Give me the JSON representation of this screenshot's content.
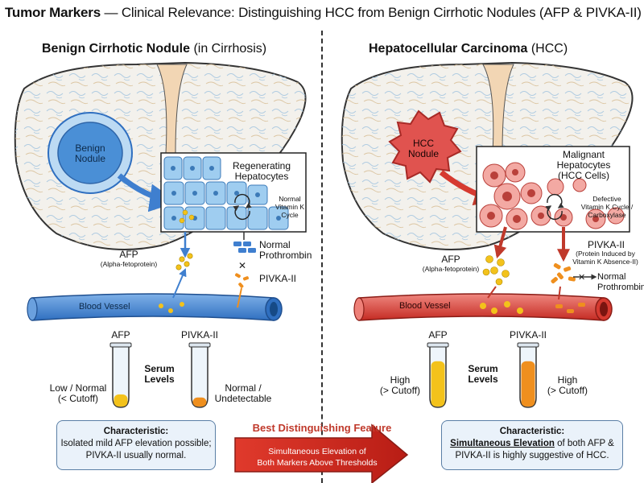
{
  "title": {
    "bold": "Tumor Markers",
    "rest": " — Clinical Relevance: Distinguishing HCC from Benign Cirrhotic Nodules (AFP & PIVKA-II)"
  },
  "left": {
    "heading_bold": "Benign Cirrhotic Nodule",
    "heading_rest": " (in Cirrhosis)",
    "nodule": [
      "Benign",
      "Nodule"
    ],
    "cells": [
      "Regenerating",
      "Hepatocytes"
    ],
    "vitk": [
      "Normal",
      "Vitamin K",
      "Cycle"
    ],
    "prothrombin": [
      "Normal",
      "Prothrombin"
    ],
    "pivka": "PIVKA-II",
    "afp": "AFP",
    "afp_full": "(Alpha-fetoprotein)",
    "vessel": "Blood Vessel",
    "tube_afp": "AFP",
    "tube_pivka": "PIVKA-II",
    "afp_level": [
      "Low / Normal",
      "(< Cutoff)"
    ],
    "pivka_level": [
      "Normal /",
      "Undetectable"
    ],
    "afp_fill": 0.2,
    "pivka_fill": 0.15,
    "box_title": "Characteristic:",
    "box_lines": [
      "Isolated mild AFP elevation possible;",
      "PIVKA-II usually normal."
    ]
  },
  "right": {
    "heading_bold": "Hepatocellular Carcinoma",
    "heading_rest": " (HCC)",
    "nodule": [
      "HCC",
      "Nodule"
    ],
    "cells": [
      "Malignant",
      "Hepatocytes",
      "(HCC Cells)"
    ],
    "vitk": [
      "Defective",
      "Vitamin K Cycle /",
      "Carboxylase"
    ],
    "pivka": "PIVKA-II",
    "pivka_full": [
      "(Protein Induced by",
      "Vitamin K Absence-II)"
    ],
    "prothrombin": [
      "Normal",
      "Prothrombin"
    ],
    "afp": "AFP",
    "afp_full": "(Alpha-fetoprotein)",
    "vessel": "Blood Vessel",
    "tube_afp": "AFP",
    "tube_pivka": "PIVKA-II",
    "afp_level": [
      "High",
      "(> Cutoff)"
    ],
    "pivka_level": [
      "High",
      "(> Cutoff)"
    ],
    "afp_fill": 0.75,
    "pivka_fill": 0.75,
    "box_title": "Characteristic:",
    "box_emph": "Simultaneous Elevation",
    "box_line1_rest": " of both AFP &",
    "box_line2": "PIVKA-II is highly suggestive of HCC."
  },
  "serum": [
    "Serum",
    "Levels"
  ],
  "feature": {
    "title": "Best Distinguishing Feature",
    "lines": [
      "Simultaneous Elevation of",
      "Both Markers Above Thresholds"
    ]
  },
  "colors": {
    "liver_fill": "#f3f1ec",
    "liver_vein": "#a9c8e0",
    "liver_vein2": "#e9c79a",
    "benign_blue": "#4a8fd6",
    "cell_blue": "#9fcdf0",
    "hcc_red": "#e0534f",
    "cell_red": "#f3a9a3",
    "vessel_blue": "#3f7fcf",
    "vessel_red": "#d63a30",
    "afp_yellow": "#f3c21b",
    "pivka_orange": "#ef8f1e",
    "arrow_red": "#d2271f"
  }
}
